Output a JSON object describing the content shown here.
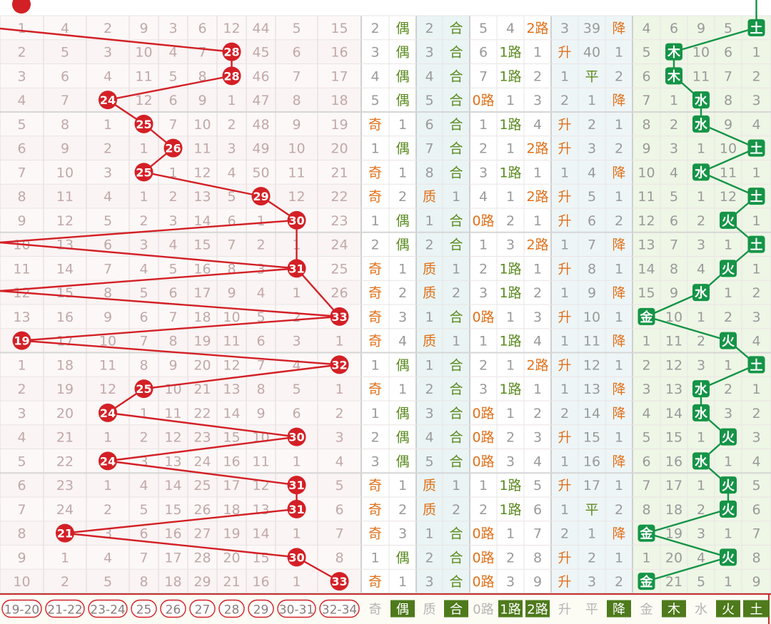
{
  "colors": {
    "red": "#d32026",
    "green": "#159447",
    "orange": "#e0701a",
    "dark_green": "#5a8a1e",
    "gray_num": "#c2a8a8",
    "gray2": "#9a9a9a"
  },
  "sections": {
    "distribution_columns": [
      "19-20",
      "21-22",
      "23-24",
      "25",
      "26",
      "27",
      "28",
      "29",
      "30-31",
      "32-34"
    ],
    "attr_columns": [
      "奇",
      "偶",
      "质",
      "合",
      "0路",
      "1路",
      "2路",
      "升",
      "平",
      "降",
      "金",
      "木",
      "水",
      "火",
      "土"
    ]
  },
  "footer_labels": [
    "19-20",
    "21-22",
    "23-24",
    "25",
    "26",
    "27",
    "28",
    "29",
    "30-31",
    "32-34",
    "奇",
    "偶",
    "质",
    "合",
    "0路",
    "1路",
    "2路",
    "升",
    "平",
    "降",
    "金",
    "木",
    "水",
    "火",
    "土"
  ],
  "rows": [
    {
      "dist": [
        "1",
        "4",
        "2",
        "9",
        "3",
        "6",
        "12",
        "44",
        "5",
        "15"
      ],
      "attrs": [
        "2",
        "偶",
        "2",
        "合",
        "5",
        "4",
        "2路",
        "3",
        "39",
        "降",
        "4",
        "6",
        "9",
        "5",
        "土"
      ]
    },
    {
      "dist": [
        "2",
        "5",
        "3",
        "10",
        "4",
        "7",
        "28",
        "45",
        "6",
        "16"
      ],
      "attrs": [
        "3",
        "偶",
        "3",
        "合",
        "6",
        "1路",
        "1",
        "升",
        "40",
        "1",
        "5",
        "木",
        "10",
        "6",
        "1"
      ]
    },
    {
      "dist": [
        "3",
        "6",
        "4",
        "11",
        "5",
        "8",
        "28",
        "46",
        "7",
        "17"
      ],
      "attrs": [
        "4",
        "偶",
        "4",
        "合",
        "7",
        "1路",
        "2",
        "1",
        "平",
        "2",
        "6",
        "木",
        "11",
        "7",
        "2"
      ]
    },
    {
      "dist": [
        "4",
        "7",
        "24",
        "12",
        "6",
        "9",
        "1",
        "47",
        "8",
        "18"
      ],
      "attrs": [
        "5",
        "偶",
        "5",
        "合",
        "0路",
        "1",
        "3",
        "2",
        "1",
        "降",
        "7",
        "1",
        "水",
        "8",
        "3"
      ]
    },
    {
      "dist": [
        "5",
        "8",
        "1",
        "25",
        "7",
        "10",
        "2",
        "48",
        "9",
        "19"
      ],
      "attrs": [
        "奇",
        "1",
        "6",
        "合",
        "1",
        "1路",
        "4",
        "升",
        "2",
        "1",
        "8",
        "2",
        "水",
        "9",
        "4"
      ]
    },
    {
      "dist": [
        "6",
        "9",
        "2",
        "1",
        "26",
        "11",
        "3",
        "49",
        "10",
        "20"
      ],
      "attrs": [
        "1",
        "偶",
        "7",
        "合",
        "2",
        "1",
        "2路",
        "升",
        "3",
        "2",
        "9",
        "3",
        "1",
        "10",
        "土"
      ]
    },
    {
      "dist": [
        "7",
        "10",
        "3",
        "25",
        "1",
        "12",
        "4",
        "50",
        "11",
        "21"
      ],
      "attrs": [
        "奇",
        "1",
        "8",
        "合",
        "3",
        "1路",
        "1",
        "1",
        "4",
        "降",
        "10",
        "4",
        "水",
        "11",
        "1"
      ]
    },
    {
      "dist": [
        "8",
        "11",
        "4",
        "1",
        "2",
        "13",
        "5",
        "29",
        "12",
        "22"
      ],
      "attrs": [
        "奇",
        "2",
        "质",
        "1",
        "4",
        "1",
        "2路",
        "升",
        "5",
        "1",
        "11",
        "5",
        "1",
        "12",
        "土"
      ]
    },
    {
      "dist": [
        "9",
        "12",
        "5",
        "2",
        "3",
        "14",
        "6",
        "1",
        "30",
        "23"
      ],
      "attrs": [
        "1",
        "偶",
        "1",
        "合",
        "0路",
        "2",
        "1",
        "升",
        "6",
        "2",
        "12",
        "6",
        "2",
        "火",
        "1"
      ]
    },
    {
      "dist": [
        "10",
        "13",
        "6",
        "3",
        "4",
        "15",
        "7",
        "2",
        "1",
        "24"
      ],
      "attrs": [
        "2",
        "偶",
        "2",
        "合",
        "1",
        "3",
        "2路",
        "1",
        "7",
        "降",
        "13",
        "7",
        "3",
        "1",
        "土"
      ]
    },
    {
      "dist": [
        "11",
        "14",
        "7",
        "4",
        "5",
        "16",
        "8",
        "3",
        "31",
        "25"
      ],
      "attrs": [
        "奇",
        "1",
        "质",
        "1",
        "2",
        "1路",
        "1",
        "升",
        "8",
        "1",
        "14",
        "8",
        "4",
        "火",
        "1"
      ]
    },
    {
      "dist": [
        "12",
        "15",
        "8",
        "5",
        "6",
        "17",
        "9",
        "4",
        "1",
        "26"
      ],
      "attrs": [
        "奇",
        "2",
        "质",
        "2",
        "3",
        "1路",
        "2",
        "1",
        "9",
        "降",
        "15",
        "9",
        "水",
        "1",
        "2"
      ]
    },
    {
      "dist": [
        "13",
        "16",
        "9",
        "6",
        "7",
        "18",
        "10",
        "5",
        "2",
        "33"
      ],
      "attrs": [
        "奇",
        "3",
        "1",
        "合",
        "0路",
        "1",
        "3",
        "升",
        "10",
        "1",
        "金",
        "10",
        "1",
        "2",
        "3"
      ]
    },
    {
      "dist": [
        "19",
        "17",
        "10",
        "7",
        "8",
        "19",
        "11",
        "6",
        "3",
        "1"
      ],
      "attrs": [
        "奇",
        "4",
        "质",
        "1",
        "1",
        "1路",
        "4",
        "1",
        "11",
        "降",
        "1",
        "11",
        "2",
        "火",
        "4"
      ]
    },
    {
      "dist": [
        "1",
        "18",
        "11",
        "8",
        "9",
        "20",
        "12",
        "7",
        "4",
        "32"
      ],
      "attrs": [
        "1",
        "偶",
        "1",
        "合",
        "2",
        "1",
        "2路",
        "升",
        "12",
        "1",
        "2",
        "12",
        "3",
        "1",
        "土"
      ]
    },
    {
      "dist": [
        "2",
        "19",
        "12",
        "25",
        "10",
        "21",
        "13",
        "8",
        "5",
        "1"
      ],
      "attrs": [
        "奇",
        "1",
        "2",
        "合",
        "3",
        "1路",
        "1",
        "1",
        "13",
        "降",
        "3",
        "13",
        "水",
        "2",
        "1"
      ]
    },
    {
      "dist": [
        "3",
        "20",
        "24",
        "1",
        "11",
        "22",
        "14",
        "9",
        "6",
        "2"
      ],
      "attrs": [
        "1",
        "偶",
        "3",
        "合",
        "0路",
        "1",
        "2",
        "2",
        "14",
        "降",
        "4",
        "14",
        "水",
        "3",
        "2"
      ]
    },
    {
      "dist": [
        "4",
        "21",
        "1",
        "2",
        "12",
        "23",
        "15",
        "10",
        "30",
        "3"
      ],
      "attrs": [
        "2",
        "偶",
        "4",
        "合",
        "0路",
        "2",
        "3",
        "升",
        "15",
        "1",
        "5",
        "15",
        "1",
        "火",
        "3"
      ]
    },
    {
      "dist": [
        "5",
        "22",
        "24",
        "3",
        "13",
        "24",
        "16",
        "11",
        "1",
        "4"
      ],
      "attrs": [
        "3",
        "偶",
        "5",
        "合",
        "0路",
        "3",
        "4",
        "1",
        "16",
        "降",
        "6",
        "16",
        "水",
        "1",
        "4"
      ]
    },
    {
      "dist": [
        "6",
        "23",
        "1",
        "4",
        "14",
        "25",
        "17",
        "12",
        "31",
        "5"
      ],
      "attrs": [
        "奇",
        "1",
        "质",
        "1",
        "1",
        "1路",
        "5",
        "升",
        "17",
        "1",
        "7",
        "17",
        "1",
        "火",
        "5"
      ]
    },
    {
      "dist": [
        "7",
        "24",
        "2",
        "5",
        "15",
        "26",
        "18",
        "13",
        "31",
        "6"
      ],
      "attrs": [
        "奇",
        "2",
        "质",
        "2",
        "2",
        "1路",
        "6",
        "1",
        "平",
        "2",
        "8",
        "18",
        "2",
        "火",
        "6"
      ]
    },
    {
      "dist": [
        "8",
        "21",
        "3",
        "6",
        "16",
        "27",
        "19",
        "14",
        "1",
        "7"
      ],
      "attrs": [
        "奇",
        "3",
        "1",
        "合",
        "0路",
        "1",
        "7",
        "2",
        "1",
        "降",
        "金",
        "19",
        "3",
        "1",
        "7"
      ]
    },
    {
      "dist": [
        "9",
        "1",
        "4",
        "7",
        "17",
        "28",
        "20",
        "15",
        "30",
        "8"
      ],
      "attrs": [
        "1",
        "偶",
        "2",
        "合",
        "0路",
        "2",
        "8",
        "升",
        "2",
        "1",
        "1",
        "20",
        "4",
        "火",
        "8"
      ]
    },
    {
      "dist": [
        "10",
        "2",
        "5",
        "8",
        "18",
        "29",
        "21",
        "16",
        "1",
        "33"
      ],
      "attrs": [
        "奇",
        "1",
        "3",
        "合",
        "0路",
        "3",
        "9",
        "升",
        "3",
        "2",
        "金",
        "21",
        "5",
        "1",
        "9"
      ]
    }
  ],
  "hits": [
    {
      "row": 1,
      "col": 6,
      "value": "28"
    },
    {
      "row": 2,
      "col": 6,
      "value": "28"
    },
    {
      "row": 3,
      "col": 2,
      "value": "24"
    },
    {
      "row": 4,
      "col": 3,
      "value": "25"
    },
    {
      "row": 5,
      "col": 4,
      "value": "26"
    },
    {
      "row": 6,
      "col": 3,
      "value": "25"
    },
    {
      "row": 7,
      "col": 7,
      "value": "29"
    },
    {
      "row": 8,
      "col": 8,
      "value": "30"
    },
    {
      "row": 10,
      "col": 8,
      "value": "31"
    },
    {
      "row": 12,
      "col": 9,
      "value": "33"
    },
    {
      "row": 13,
      "col": 0,
      "value": "19"
    },
    {
      "row": 14,
      "col": 9,
      "value": "32"
    },
    {
      "row": 15,
      "col": 3,
      "value": "25"
    },
    {
      "row": 16,
      "col": 2,
      "value": "24"
    },
    {
      "row": 17,
      "col": 8,
      "value": "30"
    },
    {
      "row": 18,
      "col": 2,
      "value": "24"
    },
    {
      "row": 19,
      "col": 8,
      "value": "31"
    },
    {
      "row": 20,
      "col": 8,
      "value": "31"
    },
    {
      "row": 21,
      "col": 1,
      "value": "21"
    },
    {
      "row": 22,
      "col": 8,
      "value": "30"
    },
    {
      "row": 23,
      "col": 9,
      "value": "33"
    }
  ],
  "element_hits": [
    {
      "row": 0,
      "col": 14,
      "value": "土"
    },
    {
      "row": 1,
      "col": 11,
      "value": "木"
    },
    {
      "row": 2,
      "col": 11,
      "value": "木"
    },
    {
      "row": 3,
      "col": 12,
      "value": "水"
    },
    {
      "row": 4,
      "col": 12,
      "value": "水"
    },
    {
      "row": 5,
      "col": 14,
      "value": "土"
    },
    {
      "row": 6,
      "col": 12,
      "value": "水"
    },
    {
      "row": 7,
      "col": 14,
      "value": "土"
    },
    {
      "row": 8,
      "col": 13,
      "value": "火"
    },
    {
      "row": 9,
      "col": 14,
      "value": "土"
    },
    {
      "row": 10,
      "col": 13,
      "value": "火"
    },
    {
      "row": 11,
      "col": 12,
      "value": "水"
    },
    {
      "row": 12,
      "col": 10,
      "value": "金"
    },
    {
      "row": 13,
      "col": 13,
      "value": "火"
    },
    {
      "row": 14,
      "col": 14,
      "value": "土"
    },
    {
      "row": 15,
      "col": 12,
      "value": "水"
    },
    {
      "row": 16,
      "col": 12,
      "value": "水"
    },
    {
      "row": 17,
      "col": 13,
      "value": "火"
    },
    {
      "row": 18,
      "col": 12,
      "value": "水"
    },
    {
      "row": 19,
      "col": 13,
      "value": "火"
    },
    {
      "row": 20,
      "col": 13,
      "value": "火"
    },
    {
      "row": 21,
      "col": 10,
      "value": "金"
    },
    {
      "row": 22,
      "col": 13,
      "value": "火"
    },
    {
      "row": 23,
      "col": 10,
      "value": "金"
    }
  ]
}
